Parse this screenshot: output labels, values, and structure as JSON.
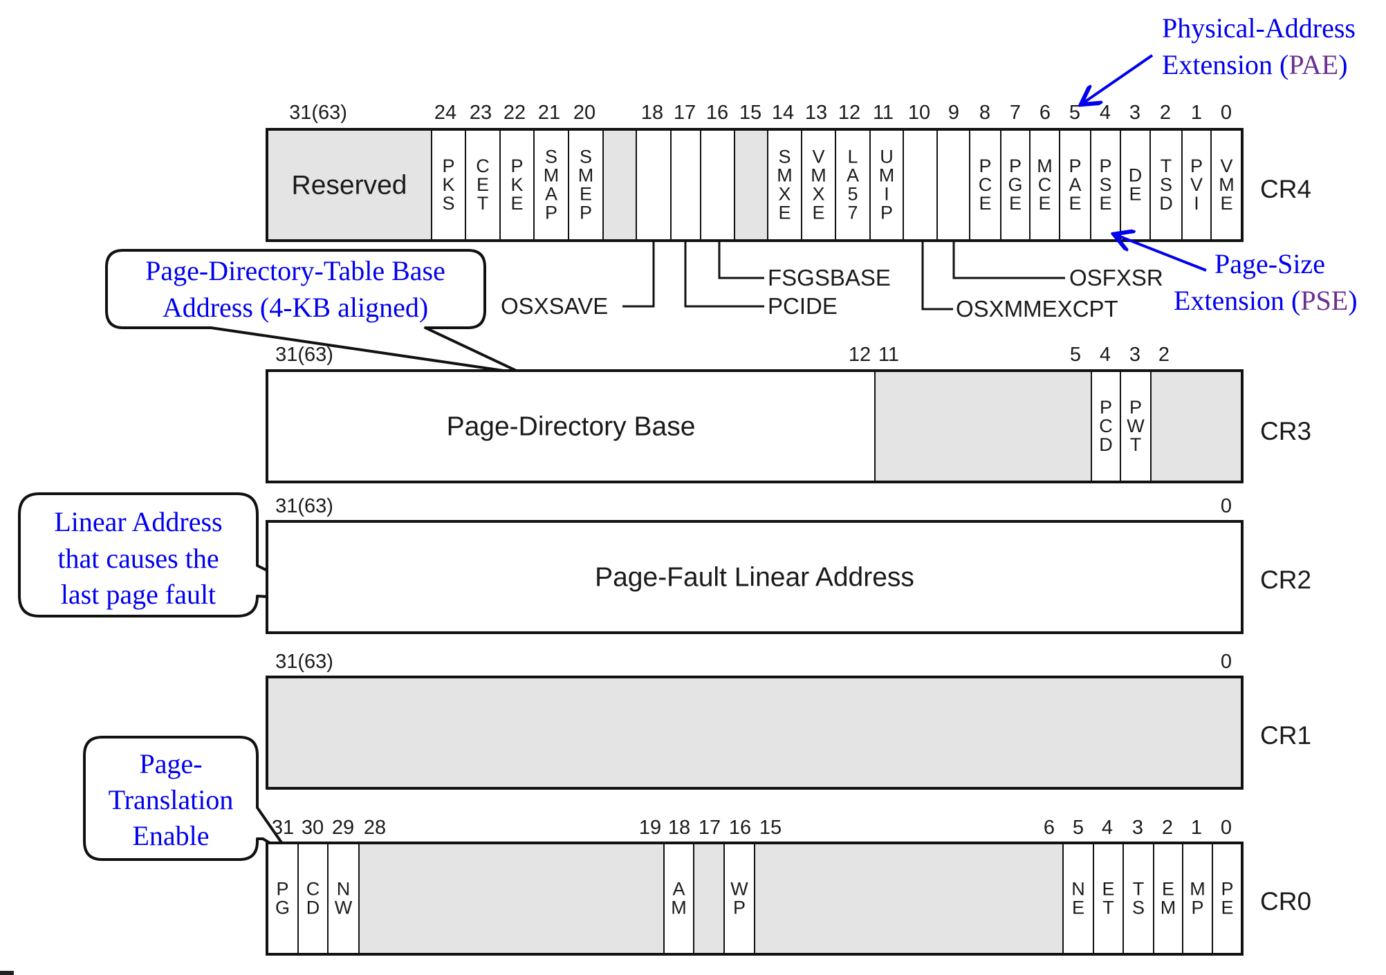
{
  "registers": [
    {
      "name": "CR4",
      "msb_label": "31(63)",
      "fields": [
        {
          "bits": "31-25",
          "label": "Reserved",
          "reserved": true
        },
        {
          "bits": "24",
          "label": "PKS",
          "reserved": false
        },
        {
          "bits": "23",
          "label": "CET",
          "reserved": false
        },
        {
          "bits": "22",
          "label": "PKE",
          "reserved": false
        },
        {
          "bits": "21",
          "label": "SMAP",
          "reserved": false
        },
        {
          "bits": "20",
          "label": "SMEP",
          "reserved": false
        },
        {
          "bits": "19",
          "label": "",
          "reserved": true
        },
        {
          "bits": "18",
          "label": "",
          "reserved": false,
          "leader": "OSXSAVE"
        },
        {
          "bits": "17",
          "label": "",
          "reserved": false,
          "leader": "PCIDE"
        },
        {
          "bits": "16",
          "label": "",
          "reserved": false,
          "leader": "FSGSBASE"
        },
        {
          "bits": "15",
          "label": "",
          "reserved": true
        },
        {
          "bits": "14",
          "label": "SMXE",
          "reserved": false
        },
        {
          "bits": "13",
          "label": "VMXE",
          "reserved": false
        },
        {
          "bits": "12",
          "label": "LA57",
          "reserved": false
        },
        {
          "bits": "11",
          "label": "UMIP",
          "reserved": false
        },
        {
          "bits": "10",
          "label": "",
          "reserved": false,
          "leader": "OSXMMEXCPT"
        },
        {
          "bits": "9",
          "label": "",
          "reserved": false,
          "leader": "OSFXSR"
        },
        {
          "bits": "8",
          "label": "PCE",
          "reserved": false
        },
        {
          "bits": "7",
          "label": "PGE",
          "reserved": false
        },
        {
          "bits": "6",
          "label": "MCE",
          "reserved": false
        },
        {
          "bits": "5",
          "label": "PAE",
          "reserved": false
        },
        {
          "bits": "4",
          "label": "PSE",
          "reserved": false
        },
        {
          "bits": "3",
          "label": "DE",
          "reserved": false
        },
        {
          "bits": "2",
          "label": "TSD",
          "reserved": false
        },
        {
          "bits": "1",
          "label": "PVI",
          "reserved": false
        },
        {
          "bits": "0",
          "label": "VME",
          "reserved": false
        }
      ],
      "bit_numbers": [
        "31(63)",
        "24",
        "23",
        "22",
        "21",
        "20",
        "18",
        "17",
        "16",
        "15",
        "14",
        "13",
        "12",
        "11",
        "10",
        "9",
        "8",
        "7",
        "6",
        "5",
        "4",
        "3",
        "2",
        "1",
        "0"
      ]
    },
    {
      "name": "CR3",
      "msb_label": "31(63)",
      "fields": [
        {
          "bits": "31-12",
          "label": "Page-Directory Base",
          "reserved": false
        },
        {
          "bits": "11-5",
          "label": "",
          "reserved": true
        },
        {
          "bits": "4",
          "label": "PCD",
          "reserved": false
        },
        {
          "bits": "3",
          "label": "PWT",
          "reserved": false
        },
        {
          "bits": "2-0",
          "label": "",
          "reserved": true
        }
      ],
      "bit_numbers": [
        "31(63)",
        "12",
        "11",
        "5",
        "4",
        "3",
        "2"
      ]
    },
    {
      "name": "CR2",
      "msb_label": "31(63)",
      "fields": [
        {
          "bits": "31-0",
          "label": "Page-Fault Linear Address",
          "reserved": false
        }
      ],
      "bit_numbers": [
        "31(63)",
        "0"
      ]
    },
    {
      "name": "CR1",
      "msb_label": "31(63)",
      "fields": [
        {
          "bits": "31-0",
          "label": "",
          "reserved": true
        }
      ],
      "bit_numbers": [
        "31(63)",
        "0"
      ]
    },
    {
      "name": "CR0",
      "msb_label": "31",
      "fields": [
        {
          "bits": "31",
          "label": "PG",
          "reserved": false
        },
        {
          "bits": "30",
          "label": "CD",
          "reserved": false
        },
        {
          "bits": "29",
          "label": "NW",
          "reserved": false
        },
        {
          "bits": "28-19",
          "label": "",
          "reserved": true
        },
        {
          "bits": "18",
          "label": "AM",
          "reserved": false
        },
        {
          "bits": "17",
          "label": "",
          "reserved": true
        },
        {
          "bits": "16",
          "label": "WP",
          "reserved": false
        },
        {
          "bits": "15-6",
          "label": "",
          "reserved": true
        },
        {
          "bits": "5",
          "label": "NE",
          "reserved": false
        },
        {
          "bits": "4",
          "label": "ET",
          "reserved": false
        },
        {
          "bits": "3",
          "label": "TS",
          "reserved": false
        },
        {
          "bits": "2",
          "label": "EM",
          "reserved": false
        },
        {
          "bits": "1",
          "label": "MP",
          "reserved": false
        },
        {
          "bits": "0",
          "label": "PE",
          "reserved": false
        }
      ],
      "bit_numbers": [
        "31",
        "30",
        "29",
        "28",
        "19",
        "18",
        "17",
        "16",
        "15",
        "6",
        "5",
        "4",
        "3",
        "2",
        "1",
        "0"
      ]
    }
  ],
  "leaders": {
    "osxsave": "OSXSAVE",
    "pcide": "PCIDE",
    "fsgsbase": "FSGSBASE",
    "osxmmexcpt": "OSXMMEXCPT",
    "osfxsr": "OSFXSR"
  },
  "annotations": {
    "pae": {
      "line1": "Physical-Address",
      "line2_prefix": "Extension (",
      "abbr": "PAE",
      "line2_suffix": ")"
    },
    "pse": {
      "line1": "Page-Size",
      "line2_prefix": "Extension (",
      "abbr": "PSE",
      "line2_suffix": ")"
    },
    "cr3_callout": {
      "line1": "Page-Directory-Table Base",
      "line2": "Address (4-KB aligned)"
    },
    "cr2_callout": {
      "line1": "Linear Address",
      "line2": "that causes the",
      "line3": "last page fault"
    },
    "cr0_callout": {
      "line1": "Page-",
      "line2": "Translation",
      "line3": "Enable"
    }
  },
  "colors": {
    "annotation_blue": "#0000ee",
    "abbr_purple": "#6a2f8f",
    "reserved_gray": "#e4e4e4",
    "outline": "#111111"
  }
}
